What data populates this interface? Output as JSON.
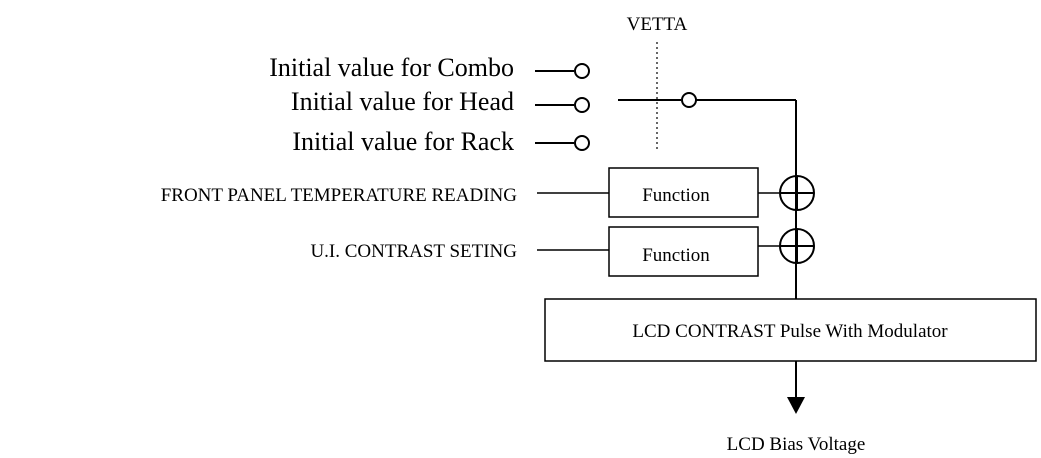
{
  "switch_label": "VETTA",
  "inputs": [
    "Initial value for Combo",
    "Initial value for Head",
    "Initial value for Rack"
  ],
  "sensor_inputs": [
    "FRONT PANEL TEMPERATURE READING",
    "U.I. CONTRAST SETING"
  ],
  "function_label": "Function",
  "modulator_label": "LCD CONTRAST Pulse With Modulator",
  "output_label": "LCD Bias Voltage"
}
